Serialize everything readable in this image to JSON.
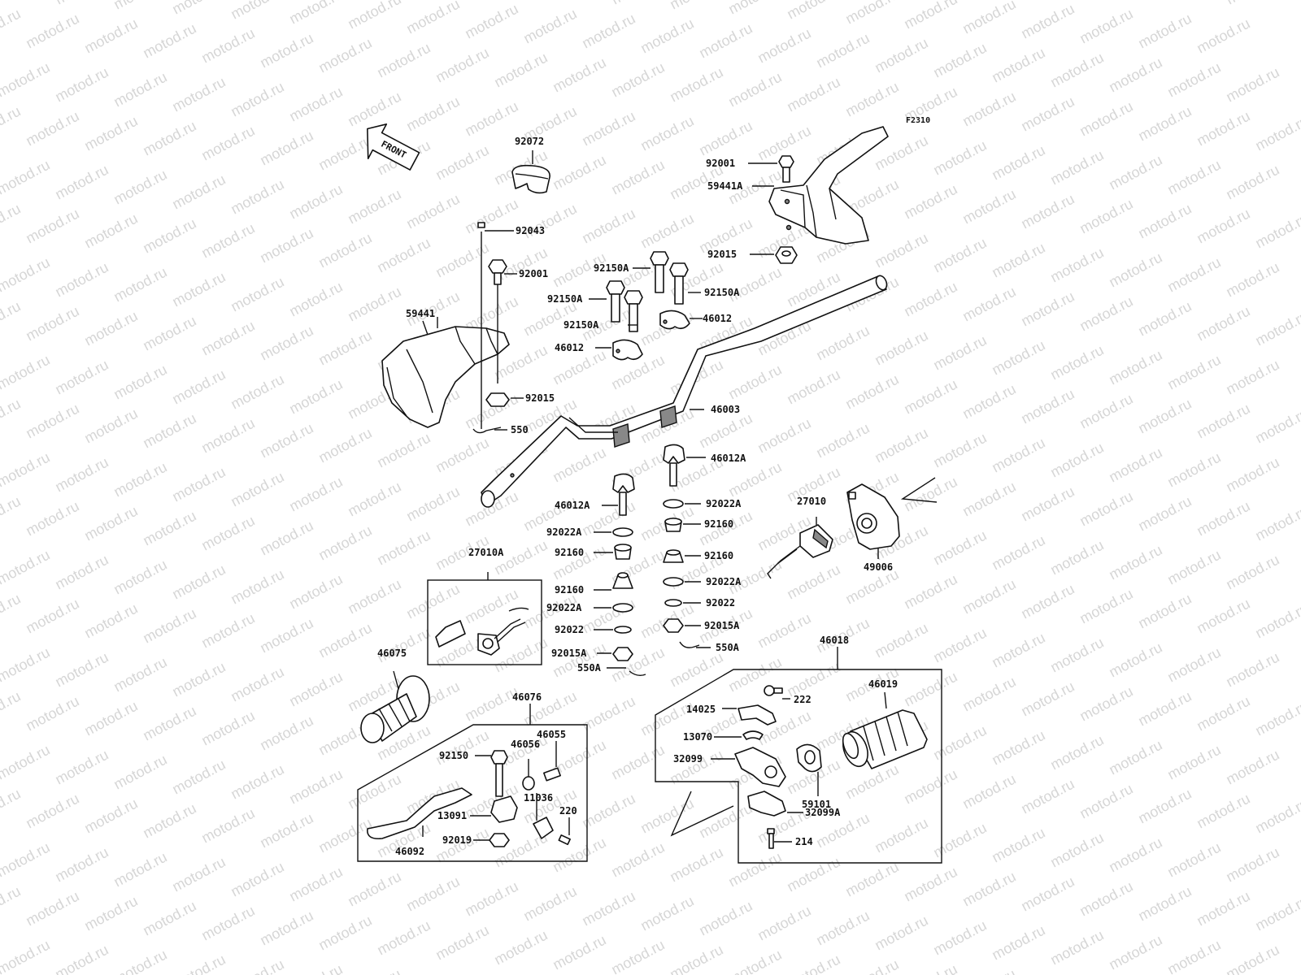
{
  "diagram": {
    "code": "F2310",
    "front_label": "FRONT",
    "watermark": "motod.ru",
    "labels": [
      {
        "id": "92072",
        "text": "92072"
      },
      {
        "id": "92001-guard-r",
        "text": "92001"
      },
      {
        "id": "59441A",
        "text": "59441A"
      },
      {
        "id": "92015-guard-r",
        "text": "92015"
      },
      {
        "id": "92043",
        "text": "92043"
      },
      {
        "id": "92001-guard-l",
        "text": "92001"
      },
      {
        "id": "59441",
        "text": "59441"
      },
      {
        "id": "92015-guard-l",
        "text": "92015"
      },
      {
        "id": "550",
        "text": "550"
      },
      {
        "id": "92150A-1",
        "text": "92150A"
      },
      {
        "id": "92150A-2",
        "text": "92150A"
      },
      {
        "id": "92150A-3",
        "text": "92150A"
      },
      {
        "id": "92150A-4",
        "text": "92150A"
      },
      {
        "id": "46012-1",
        "text": "46012"
      },
      {
        "id": "46012-2",
        "text": "46012"
      },
      {
        "id": "46003",
        "text": "46003"
      },
      {
        "id": "46012A-r",
        "text": "46012A"
      },
      {
        "id": "46012A-l",
        "text": "46012A"
      },
      {
        "id": "92022A-r1",
        "text": "92022A"
      },
      {
        "id": "92160-r1",
        "text": "92160"
      },
      {
        "id": "92160-r2",
        "text": "92160"
      },
      {
        "id": "92022A-r2",
        "text": "92022A"
      },
      {
        "id": "92022-r",
        "text": "92022"
      },
      {
        "id": "92015A-r",
        "text": "92015A"
      },
      {
        "id": "550A-r",
        "text": "550A"
      },
      {
        "id": "92022A-l1",
        "text": "92022A"
      },
      {
        "id": "92160-l1",
        "text": "92160"
      },
      {
        "id": "92160-l2",
        "text": "92160"
      },
      {
        "id": "92022A-l2",
        "text": "92022A"
      },
      {
        "id": "92022-l",
        "text": "92022"
      },
      {
        "id": "92015A-l",
        "text": "92015A"
      },
      {
        "id": "550A-l",
        "text": "550A"
      },
      {
        "id": "27010",
        "text": "27010"
      },
      {
        "id": "49006",
        "text": "49006"
      },
      {
        "id": "27010A",
        "text": "27010A"
      },
      {
        "id": "46075",
        "text": "46075"
      },
      {
        "id": "46076",
        "text": "46076"
      },
      {
        "id": "46055",
        "text": "46055"
      },
      {
        "id": "46056",
        "text": "46056"
      },
      {
        "id": "92150",
        "text": "92150"
      },
      {
        "id": "11036",
        "text": "11036"
      },
      {
        "id": "13091",
        "text": "13091"
      },
      {
        "id": "220",
        "text": "220"
      },
      {
        "id": "92019",
        "text": "92019"
      },
      {
        "id": "46092",
        "text": "46092"
      },
      {
        "id": "46018",
        "text": "46018"
      },
      {
        "id": "222",
        "text": "222"
      },
      {
        "id": "14025",
        "text": "14025"
      },
      {
        "id": "46019",
        "text": "46019"
      },
      {
        "id": "13070",
        "text": "13070"
      },
      {
        "id": "32099",
        "text": "32099"
      },
      {
        "id": "59101",
        "text": "59101"
      },
      {
        "id": "32099A",
        "text": "32099A"
      },
      {
        "id": "214",
        "text": "214"
      }
    ]
  }
}
